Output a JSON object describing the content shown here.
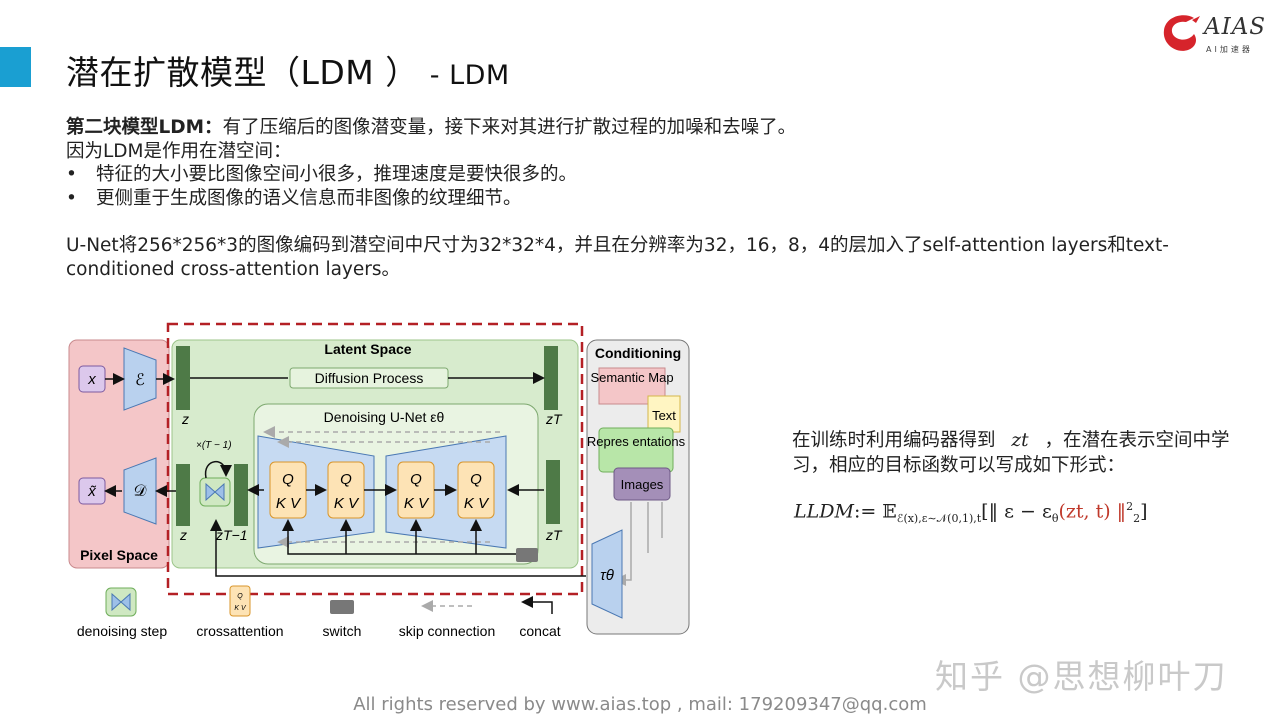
{
  "header": {
    "title": "潜在扩散模型（LDM ）",
    "subtitle": "- LDM",
    "accent_color": "#1a9fd2"
  },
  "logo": {
    "brand": "AIAS",
    "tagline": "AI加速器"
  },
  "content": {
    "line1_bold": "第二块模型LDM：",
    "line1_rest": "有了压缩后的图像潜变量，接下来对其进行扩散过程的加噪和去噪了。",
    "line2": "因为LDM是作用在潜空间：",
    "bullets": [
      "特征的大小要比图像空间小很多，推理速度是要快很多的。",
      "更侧重于生成图像的语义信息而非图像的纹理细节。"
    ],
    "paragraph": "U-Net将256*256*3的图像编码到潜空间中尺寸为32*32*4，并且在分辨率为32，16，8，4的层加入了self-attention layers和text-conditioned cross-attention layers。"
  },
  "diagram": {
    "latent_space": "Latent Space",
    "diffusion_process": "Diffusion Process",
    "denoising_unet": "Denoising U-Net εθ",
    "pixel_space": "Pixel Space",
    "conditioning": "Conditioning",
    "cond_items": [
      "Semantic Map",
      "Text",
      "Repres entations",
      "Images"
    ],
    "var_x": "x",
    "var_xtilde": "x̃",
    "encoder": "ℰ",
    "decoder": "𝒟",
    "z": "z",
    "z_T": "zT",
    "z_T1": "zT−1",
    "repeat": "×(T − 1)",
    "tau": "τθ",
    "q": "Q",
    "kv": "K V",
    "legend": [
      "denoising step",
      "crossattention",
      "switch",
      "skip connection",
      "concat"
    ]
  },
  "side": {
    "text1": "在训练时利用编码器得到",
    "var": "zt",
    "text2": "，在潜在表示空间中学习，相应的目标函数可以写成如下形式："
  },
  "formula": {
    "lhs": "LLDM",
    "assign": ":= 𝔼",
    "sub": "ℰ(x),ε∼𝒩(0,1),t",
    "open": "[‖ ε − ε",
    "theta": "θ",
    "arg": "(zt, t) ‖",
    "sup": "2",
    "sub2": "2",
    "close": "]"
  },
  "watermark": "知乎 @思想柳叶刀",
  "footer": "All rights reserved by www.aias.top , mail: 179209347@qq.com"
}
